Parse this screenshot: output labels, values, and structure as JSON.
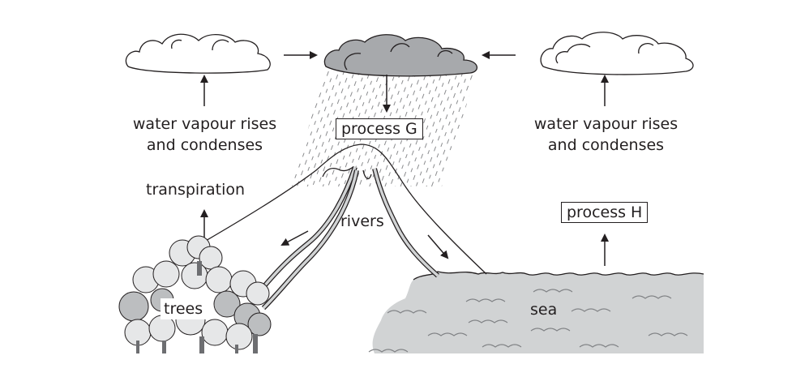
{
  "diagram": {
    "title": "Water cycle",
    "labels": {
      "left_vapour": [
        "water vapour rises",
        "and condenses"
      ],
      "right_vapour": [
        "water vapour rises",
        "and condenses"
      ],
      "process_g": "process G",
      "process_h": "process H",
      "transpiration": "transpiration",
      "rivers": "rivers",
      "trees": "trees",
      "sea": "sea"
    },
    "components": [
      {
        "id": "cloud-left",
        "kind": "cloud",
        "fill": "white"
      },
      {
        "id": "cloud-center",
        "kind": "rain cloud",
        "fill": "grey"
      },
      {
        "id": "cloud-right",
        "kind": "cloud",
        "fill": "white"
      },
      {
        "id": "rain",
        "kind": "rain"
      },
      {
        "id": "mountain",
        "kind": "mountain"
      },
      {
        "id": "rivers",
        "kind": "rivers",
        "count": 3
      },
      {
        "id": "trees",
        "kind": "forest"
      },
      {
        "id": "sea",
        "kind": "sea"
      }
    ],
    "arrows": [
      {
        "from": "cloud-left",
        "to": "cloud-center",
        "direction": "right"
      },
      {
        "from": "cloud-right",
        "to": "cloud-center",
        "direction": "left"
      },
      {
        "from": "left_vapour",
        "to": "cloud-left",
        "direction": "up"
      },
      {
        "from": "right_vapour",
        "to": "cloud-right",
        "direction": "up"
      },
      {
        "from": "cloud-center",
        "to": "process_g",
        "direction": "down"
      },
      {
        "from": "trees",
        "to": "transpiration",
        "direction": "up"
      },
      {
        "from": "sea",
        "to": "process_h",
        "direction": "up"
      },
      {
        "from": "rivers",
        "to": "trees",
        "direction": "down-left"
      },
      {
        "from": "rivers",
        "to": "sea",
        "direction": "down-right"
      }
    ],
    "colors": {
      "ink": "#231f20",
      "rain_cloud": "#a7a9ac",
      "sea": "#d1d3d4",
      "tree_light": "#e6e7e8",
      "tree_mid": "#bcbec0",
      "trunk": "#6d6e71",
      "river": "#d1d3d4"
    }
  }
}
